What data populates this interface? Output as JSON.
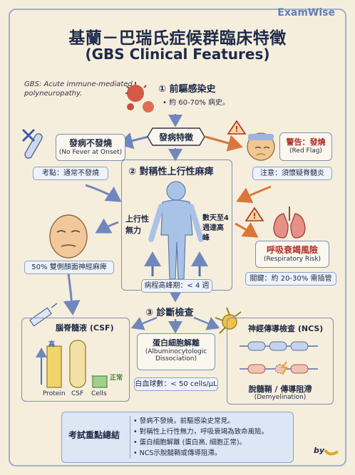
{
  "brand": "ExamWise",
  "title": {
    "main": "基蘭－巴瑞氏症候群臨床特徵",
    "sub": "(GBS Clinical Features)"
  },
  "note": "GBS: Acute immune-mediated polyneuropathy.",
  "step1": {
    "num": "①",
    "title": "前驅感染史",
    "detail": "• 約 60-70% 病史。"
  },
  "onset_label": "發病特徵",
  "no_fever": {
    "title": "發病不發燒",
    "en": "(No Fever at Onset)",
    "pill": "考點：通常不發燒"
  },
  "warning": {
    "title": "警告：發燒",
    "en": "(Red Flag)",
    "pill": "注意：須懷疑脊髓炎"
  },
  "step2": {
    "num": "②",
    "title": "對稱性上行性麻痺",
    "left_label": "上行性\n無力",
    "right_label": "數天至4\n週達高\n峰",
    "course_pill": "病程高峰期：< 4 週"
  },
  "facial": {
    "pill": "50% 雙側顏面神經麻痺"
  },
  "resp": {
    "title": "呼吸衰竭風險",
    "en": "(Respiratory Risk)",
    "pill": "關鍵：約 20-30% 需插管"
  },
  "step3": {
    "num": "③",
    "title": "診斷檢查",
    "center_title": "蛋白細胞解離",
    "center_en1": "(Albuminocytologic",
    "center_en2": "Dissociation)",
    "wbc_pill": "白血球數：< 50 cells/μL"
  },
  "csf": {
    "title": "腦脊髓液 (CSF)",
    "high": "高",
    "normal": "正常",
    "x_labels": [
      "Protein",
      "CSF",
      "Cells"
    ]
  },
  "ncs": {
    "title": "神經傳導檢查 (NCS)",
    "result": "脫髓鞘 / 傳導阻滯",
    "result_en": "(Demyelination)"
  },
  "summary": {
    "heading": "考試重點總結",
    "points": [
      "• 發病不發燒，前驅感染史常見。",
      "• 對稱性上行性無力，呼吸衰竭為致命風險。",
      "• 蛋白細胞解離 (蛋白高, 細胞正常)。",
      "• NCS示脫髓鞘或傳導阻滯。"
    ]
  },
  "signature": "by",
  "colors": {
    "accent": "#1d2a4b",
    "danger": "#b3302a",
    "arrow_blue": "#6f87bd",
    "arrow_orange": "#d9773a",
    "border": "#7d8fb8"
  }
}
